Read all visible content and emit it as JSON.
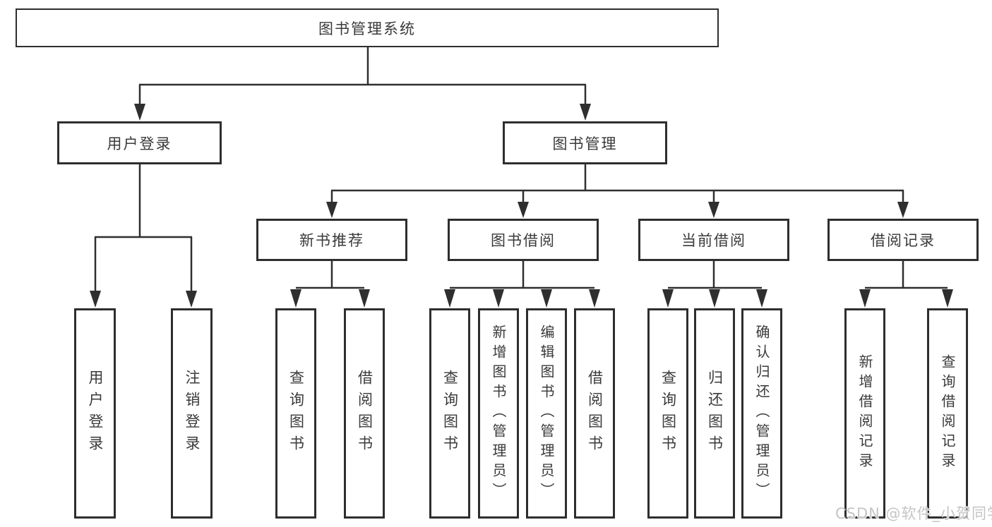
{
  "colors": {
    "line": "#2f2f2f",
    "box_border": "#2e2e2e",
    "text": "#3a3a3a",
    "watermark": "#c5c5c5",
    "background": "#ffffff"
  },
  "tree": {
    "label": "图书管理系统",
    "children": [
      {
        "label": "用户登录",
        "children": [
          {
            "label": "用户登录"
          },
          {
            "label": "注销登录"
          }
        ]
      },
      {
        "label": "图书管理",
        "children": [
          {
            "label": "新书推荐",
            "children": [
              {
                "label": "查询图书"
              },
              {
                "label": "借阅图书"
              }
            ]
          },
          {
            "label": "图书借阅",
            "children": [
              {
                "label": "查询图书"
              },
              {
                "label": "新增图书（管理员）"
              },
              {
                "label": "编辑图书（管理员）"
              },
              {
                "label": "借阅图书"
              }
            ]
          },
          {
            "label": "当前借阅",
            "children": [
              {
                "label": "查询图书"
              },
              {
                "label": "归还图书"
              },
              {
                "label": "确认归还（管理员）"
              }
            ]
          },
          {
            "label": "借阅记录",
            "children": [
              {
                "label": "新增借阅记录"
              },
              {
                "label": "查询借阅记录"
              }
            ]
          }
        ]
      }
    ]
  },
  "watermark": {
    "text": "CSDN @软件_小贺同学"
  }
}
